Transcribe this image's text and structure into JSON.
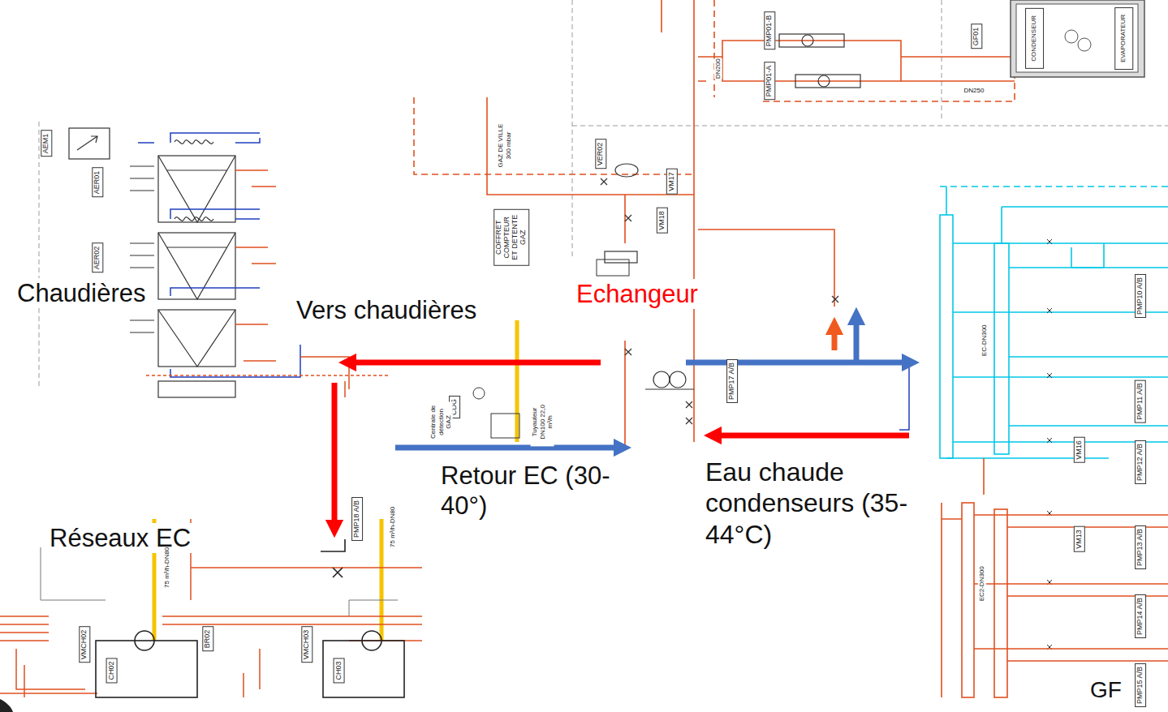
{
  "diagram": {
    "nodes": [
      {
        "text": [
          "AEM1"
        ]
      },
      {
        "text": [
          "AER01"
        ]
      },
      {
        "text": [
          "AER02"
        ]
      },
      {
        "text": [
          "GF01"
        ]
      },
      {
        "text": [
          "CONDENSEUR"
        ]
      },
      {
        "text": [
          "EVAPORATEUR"
        ]
      },
      {
        "text": [
          "PMP01-B"
        ]
      },
      {
        "text": [
          "PMP01-A"
        ]
      },
      {
        "text": [
          "VER02"
        ]
      },
      {
        "text": [
          "VM17"
        ]
      },
      {
        "text": [
          "VM18"
        ]
      },
      {
        "text": [
          "COFFRET COMPTEUR ET DETENTE GAZ"
        ]
      },
      {
        "text": [
          "PMP17 A/B"
        ]
      },
      {
        "text": [
          "CDG"
        ]
      },
      {
        "text": [
          "PMP10 A/B"
        ]
      },
      {
        "text": [
          "PMP11 A/B"
        ]
      },
      {
        "text": [
          "PMP12 A/B"
        ]
      },
      {
        "text": [
          "VM16"
        ]
      },
      {
        "text": [
          "VM13"
        ]
      },
      {
        "text": [
          "PMP13 A/B"
        ]
      },
      {
        "text": [
          "PMP14 A/B"
        ]
      },
      {
        "text": [
          "PMP15 A/B"
        ]
      },
      {
        "text": [
          "PMP18 A/B"
        ]
      },
      {
        "text": [
          "CH02"
        ]
      },
      {
        "text": [
          "CH03"
        ]
      },
      {
        "text": [
          "BR02"
        ]
      },
      {
        "text": [
          "VMCH02"
        ]
      },
      {
        "text": [
          "VMCH03"
        ]
      }
    ],
    "labels": [
      "Chaudières",
      "Vers chaudières",
      "Echangeur",
      "Retour EC (30-40°)",
      "Eau chaude condenseurs (35-44°C)",
      "Réseaux EC",
      "GF",
      "GAZ DE VILLE 300 mbar",
      "Centrale de détection GAZ",
      "Tuyauteur DN100 22,0 m³/h",
      "EC-DN300",
      "EC2-DN300",
      "DN250",
      "DN200",
      "75 m³/h-DN80",
      "75 m³/h-DN80"
    ]
  }
}
